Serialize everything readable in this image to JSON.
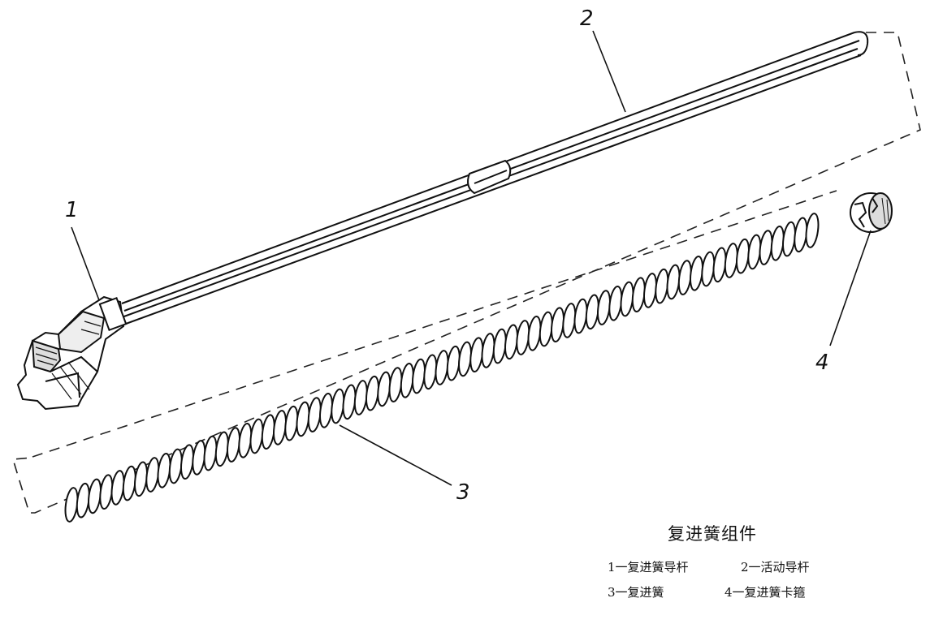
{
  "callouts": [
    "1",
    "2",
    "3",
    "4"
  ],
  "caption": {
    "title": "复进簧组件",
    "legend": [
      "1一复进簧导杆",
      "2一活动导杆",
      "3一复进簧",
      "4一复进簧卡箍"
    ]
  }
}
